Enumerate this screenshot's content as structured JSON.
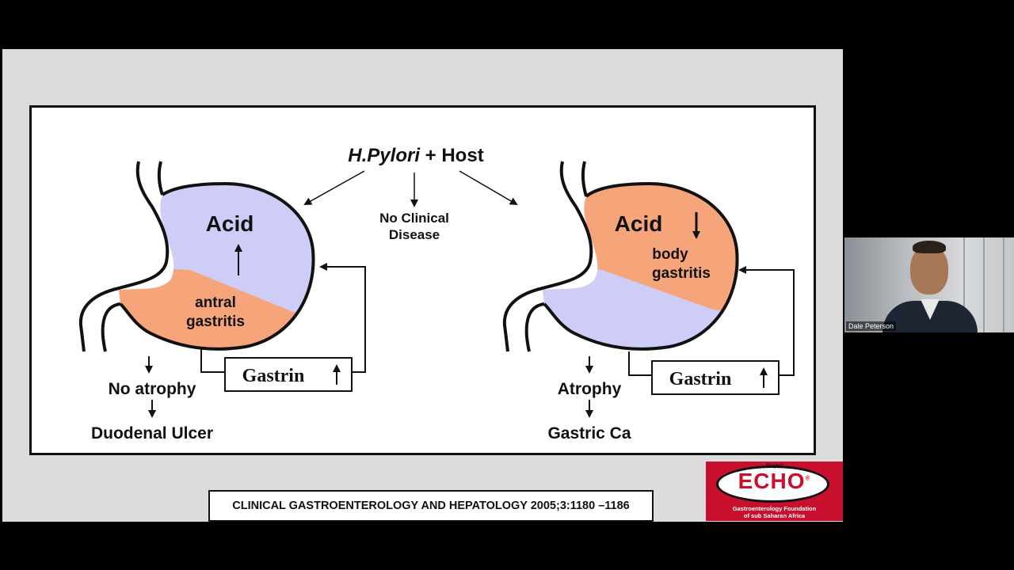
{
  "slide": {
    "figure": {
      "title_italic": "H.Pylori",
      "title_rest": " + Host",
      "center": {
        "line1": "No Clinical",
        "line2": "Disease"
      },
      "left": {
        "acid": "Acid",
        "gastritis1": "antral",
        "gastritis2": "gastritis",
        "gastrin": "Gastrin",
        "outcome1": "No atrophy",
        "outcome2": "Duodenal Ulcer"
      },
      "right": {
        "acid": "Acid",
        "gastritis1": "body",
        "gastritis2": "gastritis",
        "gastrin": "Gastrin",
        "outcome1": "Atrophy",
        "outcome2": "Gastric Ca"
      },
      "colors": {
        "acid_blue": "#cdcdf7",
        "gastritis_orange": "#f6a57b"
      }
    },
    "citation": "CLINICAL GASTROENTEROLOGY AND HEPATOLOGY 2005;3:1180 –1186"
  },
  "logo": {
    "project": "Project",
    "echo": "ECHO",
    "reg": "®",
    "foundation1": "Gastroenterology Foundation",
    "foundation2": "of sub Saharan Africa"
  },
  "video": {
    "participant_name": "Dale Peterson"
  }
}
